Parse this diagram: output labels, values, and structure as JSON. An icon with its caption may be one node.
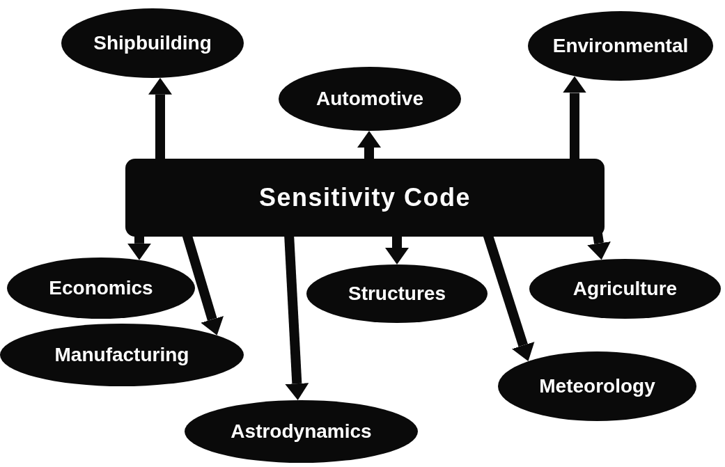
{
  "diagram": {
    "nodes": [
      {
        "text": [
          "Shipbuilding"
        ]
      },
      {
        "text": [
          "Environmental"
        ]
      },
      {
        "text": [
          "Automotive"
        ]
      },
      {
        "text": [
          "Sensitivity Code"
        ]
      },
      {
        "text": [
          "Economics"
        ]
      },
      {
        "text": [
          "Structures"
        ]
      },
      {
        "text": [
          "Agriculture"
        ]
      },
      {
        "text": [
          "Manufacturing"
        ]
      },
      {
        "text": [
          "Meteorology"
        ]
      },
      {
        "text": [
          "Astrodynamics"
        ]
      }
    ],
    "edges": [
      {
        "from": 3,
        "to": 0,
        "arrow": "to"
      },
      {
        "from": 3,
        "to": 2,
        "arrow": "to"
      },
      {
        "from": 3,
        "to": 1,
        "arrow": "to"
      },
      {
        "from": 3,
        "to": 4,
        "arrow": "to"
      },
      {
        "from": 3,
        "to": 7,
        "arrow": "to"
      },
      {
        "from": 3,
        "to": 9,
        "arrow": "to"
      },
      {
        "from": 3,
        "to": 5,
        "arrow": "to"
      },
      {
        "from": 3,
        "to": 8,
        "arrow": "to"
      },
      {
        "from": 3,
        "to": 6,
        "arrow": "to"
      }
    ]
  }
}
